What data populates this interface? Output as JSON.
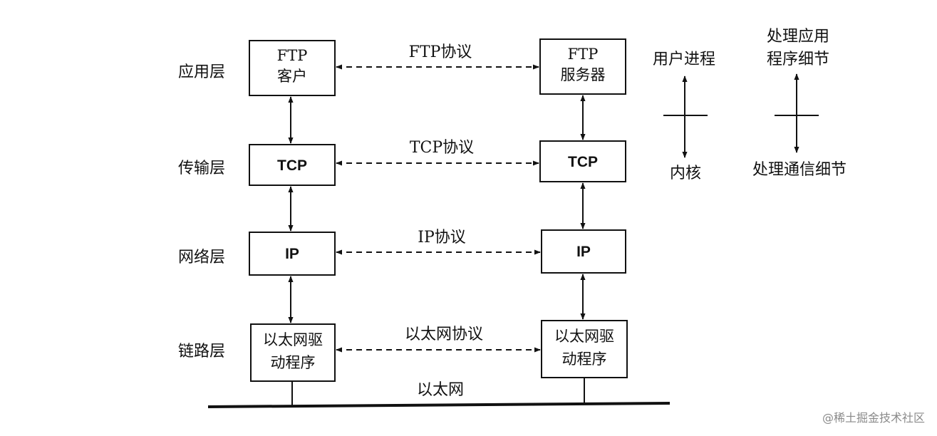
{
  "layers": [
    {
      "name": "应用层"
    },
    {
      "name": "传输层"
    },
    {
      "name": "网络层"
    },
    {
      "name": "链路层"
    }
  ],
  "hosts": {
    "left": {
      "app": [
        "FTP",
        "客户"
      ],
      "tcp": "TCP",
      "ip": "IP",
      "link": [
        "以太网驱",
        "动程序"
      ]
    },
    "right": {
      "app": [
        "FTP",
        "服务器"
      ],
      "tcp": "TCP",
      "ip": "IP",
      "link": [
        "以太网驱",
        "动程序"
      ]
    }
  },
  "protocols": {
    "app": "FTP协议",
    "tcp": "TCP协议",
    "ip": "IP协议",
    "link": "以太网协议"
  },
  "network": {
    "label": "以太网"
  },
  "side": {
    "user_process": "用户进程",
    "kernel": "内核",
    "app_detail_line1": "处理应用",
    "app_detail_line2": "程序细节",
    "comm_detail": "处理通信细节"
  },
  "watermark": "@稀土掘金技术社区"
}
